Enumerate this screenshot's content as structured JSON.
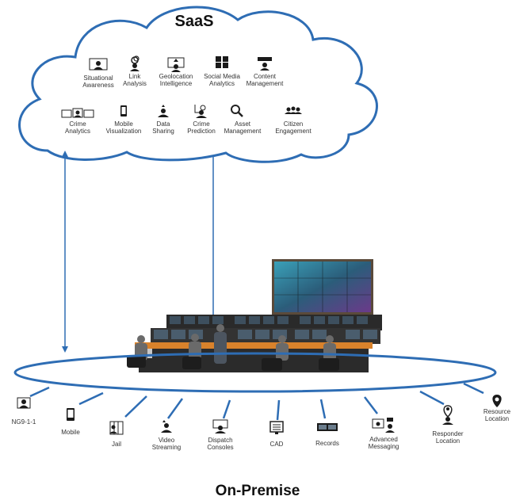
{
  "cloud": {
    "title": "SaaS",
    "row1": [
      {
        "icon": "situational-awareness-icon",
        "lines": [
          "Situational",
          "Awareness"
        ]
      },
      {
        "icon": "link-analysis-icon",
        "lines": [
          "Link",
          "Analysis"
        ]
      },
      {
        "icon": "geolocation-intelligence-icon",
        "lines": [
          "Geolocation",
          "Intelligence"
        ]
      },
      {
        "icon": "social-media-analytics-icon",
        "lines": [
          "Social Media",
          "Analytics"
        ]
      },
      {
        "icon": "content-management-icon",
        "lines": [
          "Content",
          "Management"
        ]
      }
    ],
    "row2": [
      {
        "icon": "crime-analytics-icon",
        "lines": [
          "Crime",
          "Analytics"
        ]
      },
      {
        "icon": "mobile-visualization-icon",
        "lines": [
          "Mobile",
          "Visualization"
        ]
      },
      {
        "icon": "data-sharing-icon",
        "lines": [
          "Data",
          "Sharing"
        ]
      },
      {
        "icon": "crime-prediction-icon",
        "lines": [
          "Crime",
          "Prediction"
        ]
      },
      {
        "icon": "asset-management-icon",
        "lines": [
          "Asset",
          "Management"
        ]
      },
      {
        "icon": "citizen-engagement-icon",
        "lines": [
          "Citizen",
          "Engagement"
        ]
      }
    ]
  },
  "premise": {
    "title": "On-Premise",
    "items": [
      {
        "icon": "ng911-icon",
        "lines": [
          "NG9-1-1"
        ]
      },
      {
        "icon": "mobile-icon",
        "lines": [
          "Mobile"
        ]
      },
      {
        "icon": "jail-icon",
        "lines": [
          "Jail"
        ]
      },
      {
        "icon": "video-streaming-icon",
        "lines": [
          "Video",
          "Streaming"
        ]
      },
      {
        "icon": "dispatch-consoles-icon",
        "lines": [
          "Dispatch",
          "Consoles"
        ]
      },
      {
        "icon": "cad-icon",
        "lines": [
          "CAD"
        ]
      },
      {
        "icon": "records-icon",
        "lines": [
          "Records"
        ]
      },
      {
        "icon": "advanced-messaging-icon",
        "lines": [
          "Advanced",
          "Messaging"
        ]
      },
      {
        "icon": "responder-location-icon",
        "lines": [
          "Responder",
          "Location"
        ]
      },
      {
        "icon": "resource-location-icon",
        "lines": [
          "Resource",
          "Location"
        ]
      }
    ]
  },
  "colors": {
    "accent": "#2e6db4",
    "cloud_stroke": "#2e6db4",
    "desk": "#d9822b"
  }
}
